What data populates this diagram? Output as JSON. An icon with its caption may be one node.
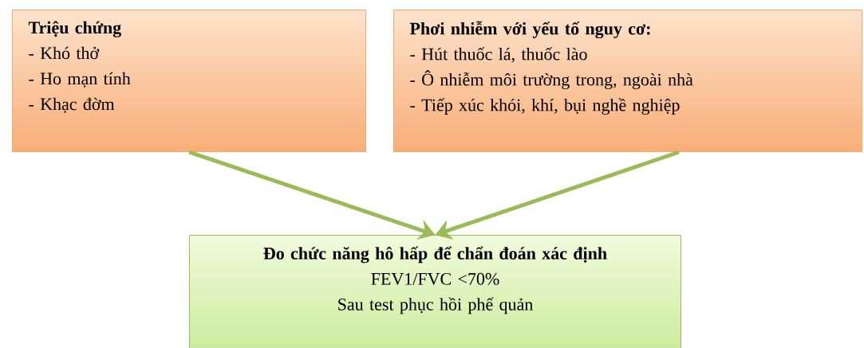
{
  "diagram": {
    "nodes": [
      {
        "text": [
          "Triệu chứng",
          "- Khó thở",
          "- Ho mạn tính",
          "- Khạc đờm"
        ]
      },
      {
        "text": [
          "Phơi nhiễm với yếu tố nguy cơ:",
          "- Hút thuốc lá, thuốc lào",
          "- Ô nhiễm môi trường trong, ngoài nhà",
          "- Tiếp xúc khói, khí, bụi nghề nghiệp"
        ]
      },
      {
        "text": [
          "Đo chức năng hô hấp để chẩn đoán xác định",
          "FEV1/FVC <70%",
          "Sau test phục hồi phế quản"
        ]
      }
    ],
    "edges": [
      {
        "from": 0,
        "to": 2,
        "arrow": "to"
      },
      {
        "from": 1,
        "to": 2,
        "arrow": "to"
      }
    ]
  }
}
